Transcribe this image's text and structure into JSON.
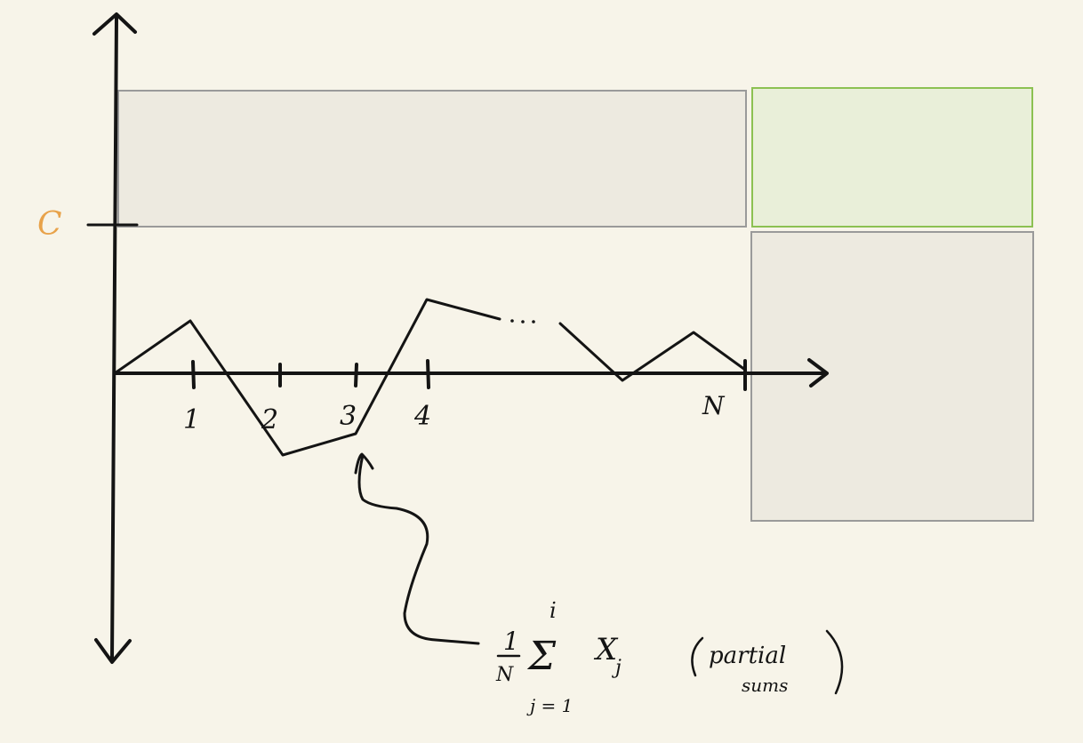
{
  "threshold_label": "C",
  "tick_labels": [
    "1",
    "2",
    "3",
    "4",
    "N"
  ],
  "formula": {
    "fraction_numerator": "1",
    "fraction_denominator": "N",
    "sum_symbol": "Σ",
    "upper_limit": "i",
    "lower_limit": "j = 1",
    "term": "X",
    "term_subscript": "j"
  },
  "note_line1": "partial",
  "note_line2": "sums",
  "colors": {
    "background": "#f7f4e9",
    "ink": "#141414",
    "threshold": "#e8a24a",
    "region_gray_fill": "#edeae0",
    "region_gray_border": "#9a9a9a",
    "region_green_fill": "#e9efd9",
    "region_green_border": "#8cc152"
  }
}
